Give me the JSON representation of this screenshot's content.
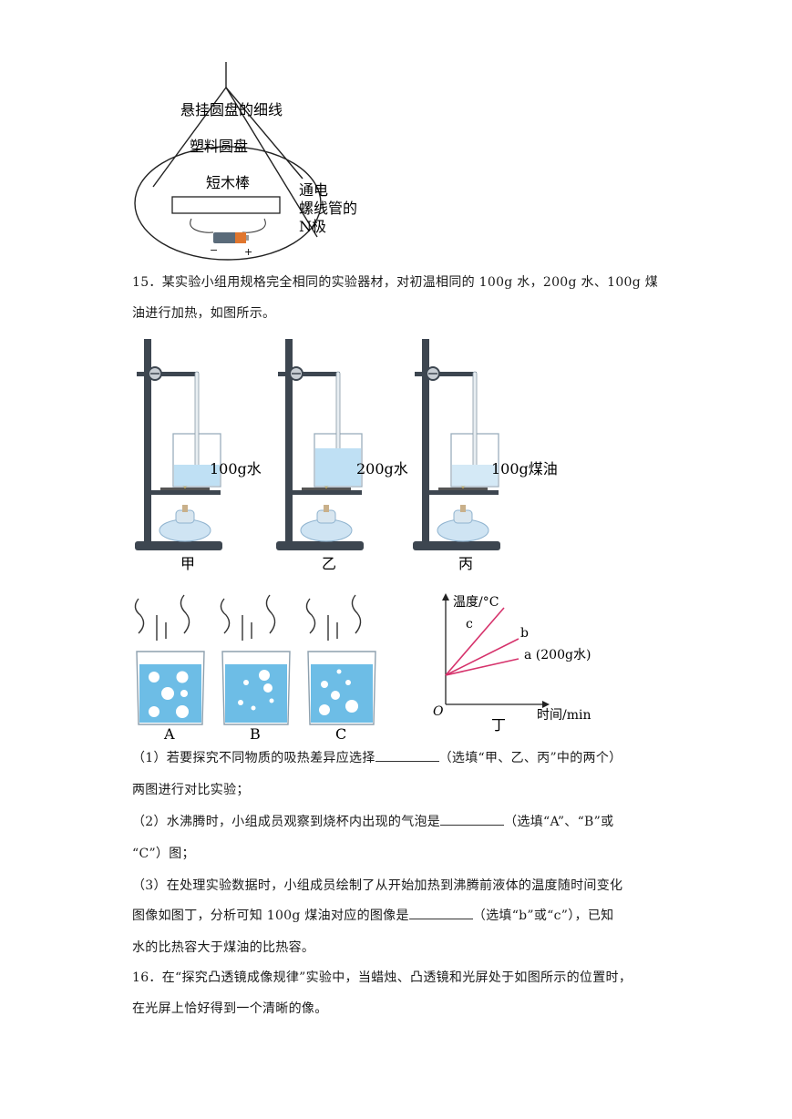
{
  "fig1": {
    "label_thread": "悬挂圆盘的细线",
    "label_disk": "塑料圆盘",
    "label_stick": "短木棒",
    "label_coil_line1": "通电",
    "label_coil_line2": "螺线管的",
    "label_coil_line3": "N极",
    "battery_minus": "−",
    "battery_plus": "+"
  },
  "q15": {
    "intro_line1": "15．某实验小组用规格完全相同的实验器材，对初温相同的 100g 水，200g 水、100g 煤",
    "intro_line2": "油进行加热，如图所示。"
  },
  "stands": [
    {
      "label": "100g水",
      "caption": "甲"
    },
    {
      "label": "200g水",
      "caption": "乙"
    },
    {
      "label": "100g煤油",
      "caption": "丙"
    }
  ],
  "beakers": [
    {
      "caption": "A"
    },
    {
      "caption": "B"
    },
    {
      "caption": "C"
    }
  ],
  "chart_data": {
    "type": "line",
    "ylabel": "温度/°C",
    "xlabel": "时间/min",
    "origin_label": "O",
    "caption": "丁",
    "series": [
      {
        "name": "c",
        "color": "#d6336c"
      },
      {
        "name": "b",
        "color": "#d6336c"
      },
      {
        "name": "a (200g水)",
        "color": "#d6336c"
      }
    ]
  },
  "questions": {
    "q1_a": "（1）若要探究不同物质的吸热差异应选择",
    "q1_b": "（选填“甲、乙、丙”中的两个）",
    "q1_c": "两图进行对比实验；",
    "q2_a": "（2）水沸腾时，小组成员观察到烧杯内出现的气泡是",
    "q2_b": "（选填“A”、“B”或",
    "q2_c": "“C”）图；",
    "q3_a": "（3）在处理实验数据时，小组成员绘制了从开始加热到沸腾前液体的温度随时间变化",
    "q3_b": "图像如图丁，分析可知 100g 煤油对应的图像是",
    "q3_c": "（选填“b”或“c”），已知",
    "q3_d": "水的比热容大于煤油的比热容。",
    "q16_a": "16．在“探究凸透镜成像规律”实验中，当蜡烛、凸透镜和光屏处于如图所示的位置时，",
    "q16_b": "在光屏上恰好得到一个清晰的像。"
  }
}
